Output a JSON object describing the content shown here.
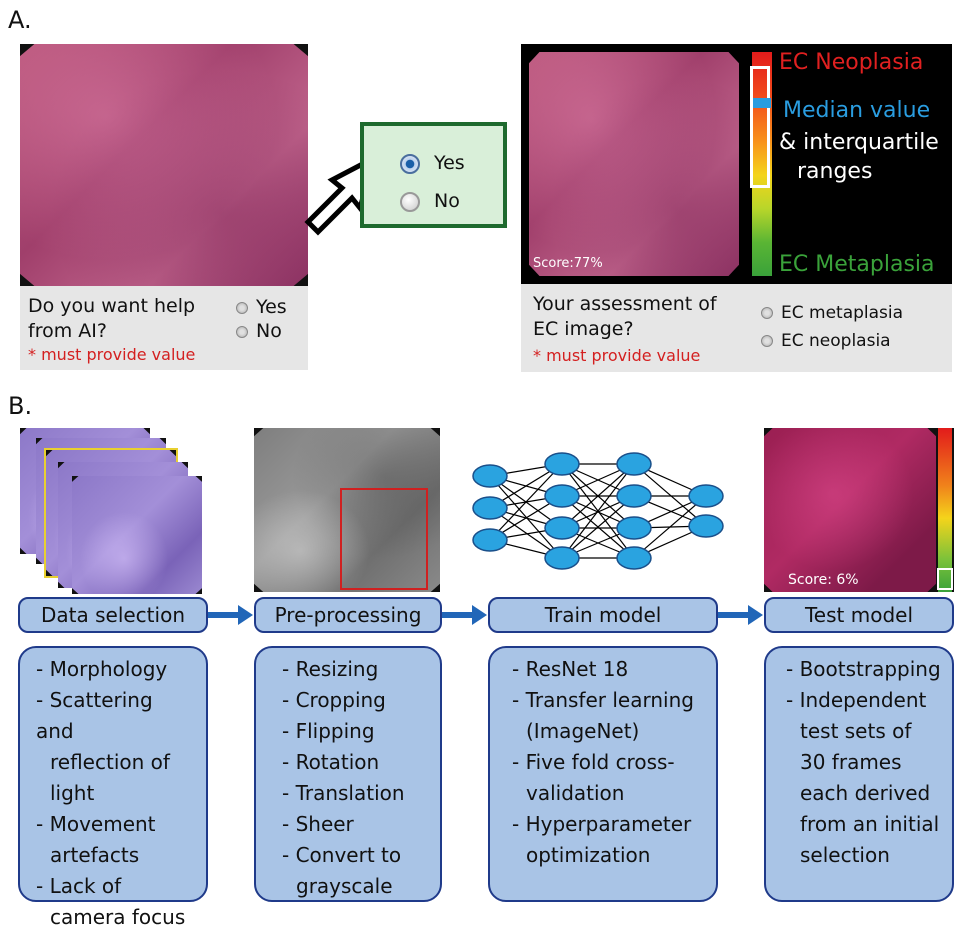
{
  "panels": {
    "a_label": "A.",
    "b_label": "B."
  },
  "panel_a": {
    "left_form": {
      "question": "Do you want help from AI?",
      "required": "* must provide value",
      "options": [
        "Yes",
        "No"
      ]
    },
    "popup": {
      "options": [
        "Yes",
        "No"
      ],
      "selected": "Yes"
    },
    "result": {
      "score": "Score:77%",
      "legend_top": "EC Neoplasia",
      "legend_median": "Median value",
      "legend_iqr_1": "& interquartile",
      "legend_iqr_2": "ranges",
      "legend_bottom": "EC Metaplasia"
    },
    "right_form": {
      "question": "Your assessment of EC image?",
      "required": "* must provide value",
      "options": [
        "EC metaplasia",
        "EC neoplasia"
      ]
    },
    "colors": {
      "neoplasia": "#e02020",
      "median": "#2a9de0",
      "metaplasia": "#3aa23a",
      "required": "#d42020",
      "popup_border": "#1e6a2e",
      "stage_fill": "#a9c4e6",
      "stage_border": "#1f3a8a",
      "arrow": "#2166b8"
    }
  },
  "panel_b": {
    "test_score": "Score: 6%",
    "stages": [
      {
        "label": "Data selection",
        "items": [
          "- Morphology",
          "- Scattering and",
          "  reflection of",
          "  light",
          "- Movement",
          "  artefacts",
          "- Lack of",
          "  camera focus"
        ]
      },
      {
        "label": "Pre-processing",
        "items": [
          "- Resizing",
          "- Cropping",
          "- Flipping",
          "- Rotation",
          "- Translation",
          "- Sheer",
          "- Convert to",
          "  grayscale"
        ]
      },
      {
        "label": "Train model",
        "items": [
          "- ResNet 18",
          "- Transfer learning",
          "  (ImageNet)",
          "- Five fold cross-",
          "  validation",
          "- Hyperparameter",
          "  optimization"
        ]
      },
      {
        "label": "Test model",
        "items": [
          "- Bootstrapping",
          "- Independent",
          "  test sets of",
          "  30 frames",
          "  each derived",
          "  from an initial",
          "  selection"
        ]
      }
    ]
  }
}
